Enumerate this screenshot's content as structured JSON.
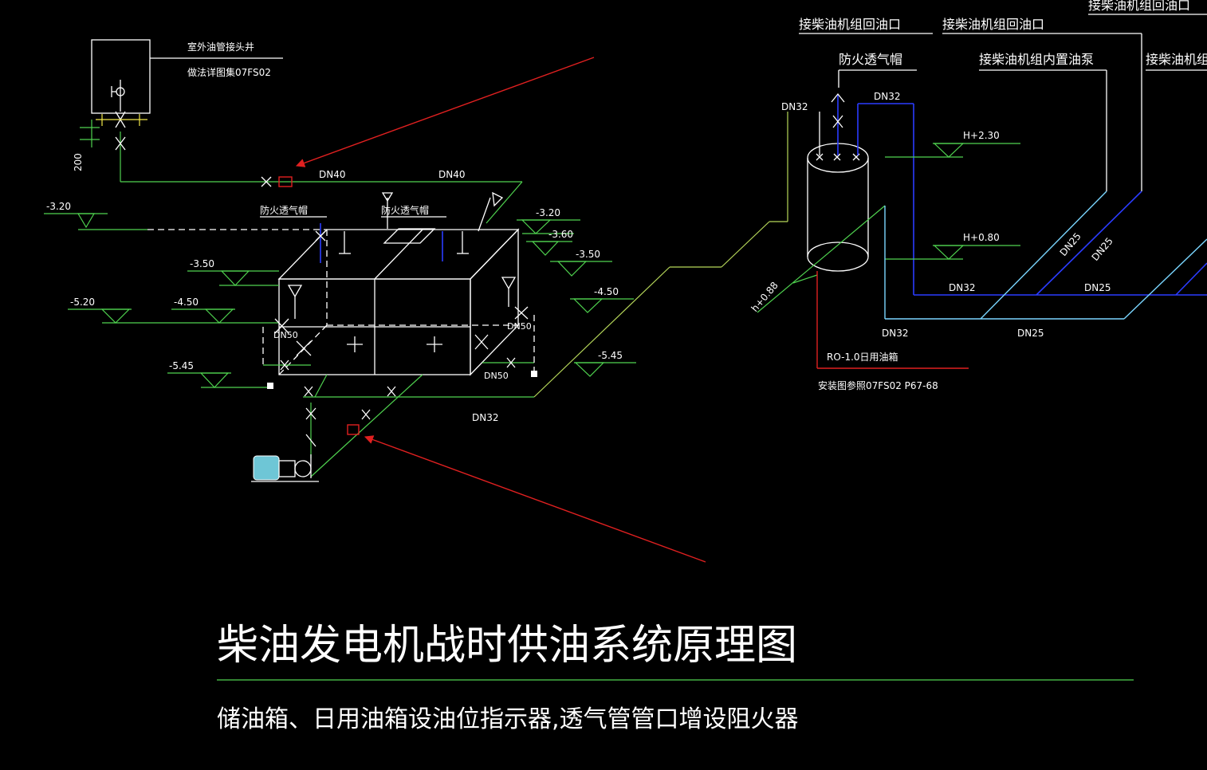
{
  "title": "柴油发电机战时供油系统原理图",
  "subtitle": "储油箱、日用油箱设油位指示器,透气管管口增设阻火器",
  "top_labels": {
    "return_1": "接柴油机组回油口",
    "return_2": "接柴油机组回油口",
    "return_3": "接柴油机组回油口",
    "pump_supply": "接柴油机组内置油泵",
    "supply_2": "接柴油机组",
    "fire_cap_right": "防火透气帽"
  },
  "left_labels": {
    "outdoor_well": "室外油管接头井",
    "ref_atlas": "做法详图集07FS02",
    "dim_200": "200",
    "fire_cap_1": "防火透气帽",
    "fire_cap_2": "防火透气帽"
  },
  "pipe_sizes": {
    "dn40_a": "DN40",
    "dn40_b": "DN40",
    "dn32_bottom": "DN32",
    "dn50_a": "DN50",
    "dn50_b": "DN50",
    "dn50_c": "DN50",
    "dn32_r1": "DN32",
    "dn32_r2": "DN32",
    "dn32_r3": "DN32",
    "dn32_r4": "DN32",
    "dn25_a": "DN25",
    "dn25_b": "DN25",
    "dn25_c": "DN25",
    "dn25_d": "DN25"
  },
  "elevations": {
    "e1": "-3.20",
    "e2": "-3.50",
    "e3": "-5.20",
    "e4": "-4.50",
    "e5": "-5.45",
    "e6": "-3.20",
    "e7": "-3.60",
    "e8": "-3.50",
    "e9": "-4.50",
    "e10": "-5.45",
    "h_top": "H+2.30",
    "h_mid": "H+0.80",
    "h_low": "h+0.88"
  },
  "day_tank": {
    "name": "RO-1.0日用油箱",
    "ref": "安装图参照07FS02 P67-68"
  },
  "colors": {
    "background": "#000000",
    "pipe_green": "#4fd34f",
    "line_white": "#ffffff",
    "pipe_blue": "#2b3cff",
    "pipe_cyan": "#7ad6ff",
    "annotation_red": "#e02020"
  }
}
